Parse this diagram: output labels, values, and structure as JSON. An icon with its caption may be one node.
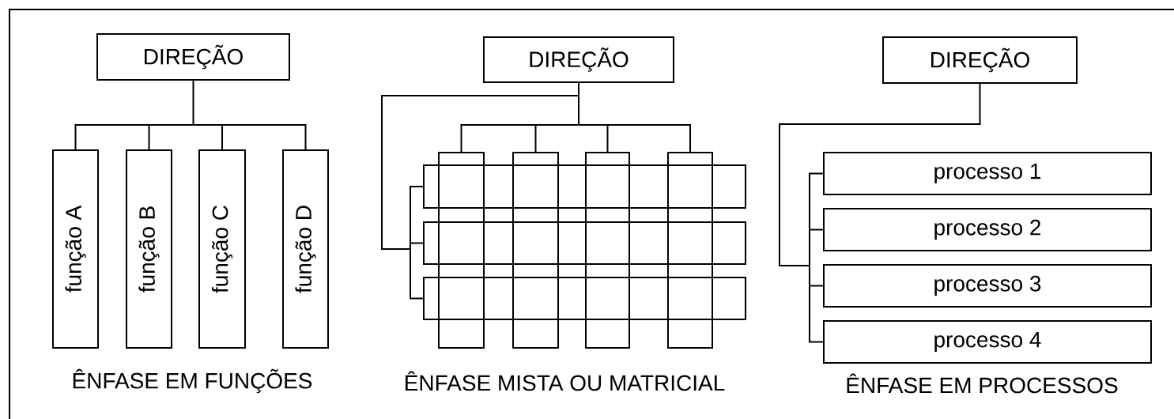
{
  "diagram": {
    "nodes": [
      {
        "text": [
          "DIREÇÃO"
        ]
      },
      {
        "text": [
          "função A"
        ]
      },
      {
        "text": [
          "função B"
        ]
      },
      {
        "text": [
          "função C"
        ]
      },
      {
        "text": [
          "função D"
        ]
      },
      {
        "text": [
          "DIREÇÃO"
        ]
      },
      {
        "text": [],
        "shape": "box"
      },
      {
        "text": [],
        "shape": "box"
      },
      {
        "text": [],
        "shape": "box"
      },
      {
        "text": [],
        "shape": "box"
      },
      {
        "text": [],
        "shape": "box"
      },
      {
        "text": [],
        "shape": "box"
      },
      {
        "text": [],
        "shape": "box"
      },
      {
        "text": [
          "DIREÇÃO"
        ]
      },
      {
        "text": [
          "processo 1"
        ]
      },
      {
        "text": [
          "processo 2"
        ]
      },
      {
        "text": [
          "processo 3"
        ]
      },
      {
        "text": [
          "processo 4"
        ]
      }
    ],
    "edges": [
      {
        "from": 0,
        "to": 1,
        "arrow": "none"
      },
      {
        "from": 0,
        "to": 2,
        "arrow": "none"
      },
      {
        "from": 0,
        "to": 3,
        "arrow": "none"
      },
      {
        "from": 0,
        "to": 4,
        "arrow": "none"
      },
      {
        "from": 5,
        "to": 6,
        "arrow": "none"
      },
      {
        "from": 5,
        "to": 7,
        "arrow": "none"
      },
      {
        "from": 5,
        "to": 8,
        "arrow": "none"
      },
      {
        "from": 5,
        "to": 9,
        "arrow": "none"
      },
      {
        "from": 5,
        "to": 10,
        "arrow": "none"
      },
      {
        "from": 5,
        "to": 11,
        "arrow": "none"
      },
      {
        "from": 5,
        "to": 12,
        "arrow": "none"
      },
      {
        "from": 13,
        "to": 14,
        "arrow": "none"
      },
      {
        "from": 13,
        "to": 15,
        "arrow": "none"
      },
      {
        "from": 13,
        "to": 16,
        "arrow": "none"
      },
      {
        "from": 13,
        "to": 17,
        "arrow": "none"
      }
    ],
    "labels": [
      "ÊNFASE EM FUNÇÕES",
      "ÊNFASE MISTA OU MATRICIAL",
      "ÊNFASE EM PROCESSOS"
    ]
  }
}
